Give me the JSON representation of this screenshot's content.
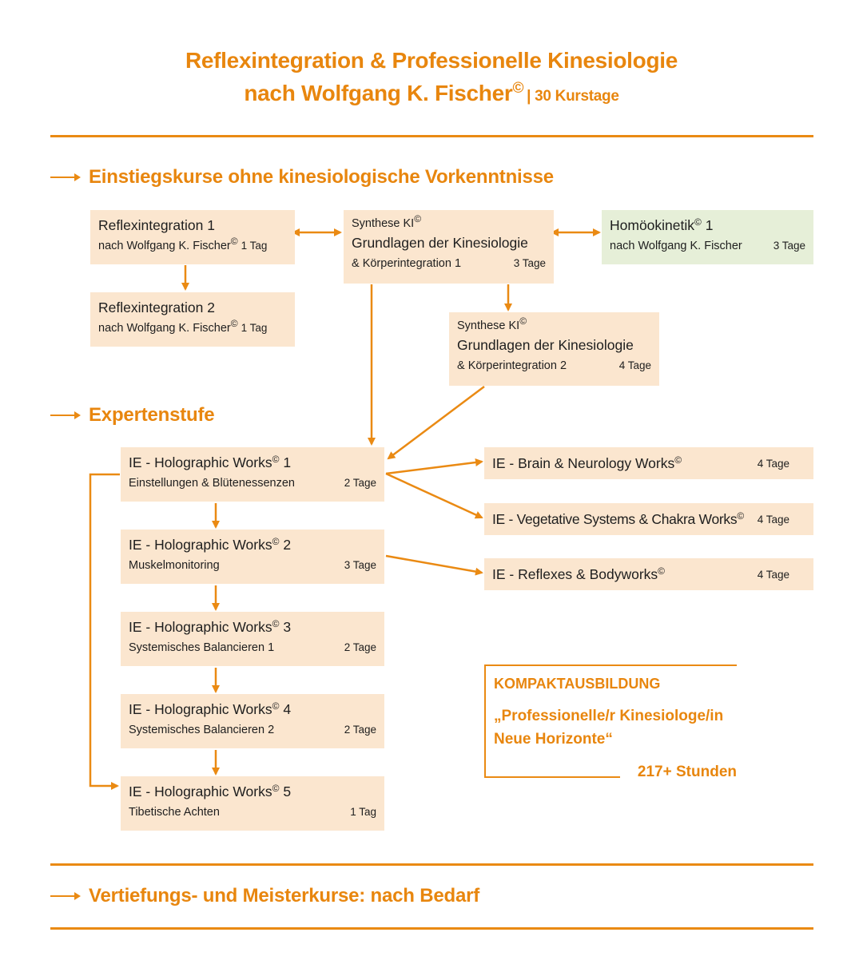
{
  "header": {
    "title_line1": "Reflexintegration & Professionelle Kinesiologie",
    "title_line2": "nach Wolfgang K. Fischer",
    "copyright": "©",
    "course_days": "| 30 Kurstage"
  },
  "colors": {
    "accent": "#e8860e",
    "box_fill": "#fbe6cf",
    "box_fill_green": "#e6efd8",
    "text": "#1e1e1e"
  },
  "sections": {
    "intro": "Einstiegskurse ohne kinesiologische Vorkenntnisse",
    "expert": "Expertenstufe",
    "advanced": "Vertiefungs- und Meisterkurse: nach Bedarf"
  },
  "intro_courses": {
    "reflex1": {
      "title": "Reflexintegration 1",
      "subtitle": "nach Wolfgang K. Fischer",
      "sup": "©",
      "days": "1 Tag"
    },
    "reflex2": {
      "title": "Reflexintegration 2",
      "subtitle": "nach Wolfgang K. Fischer",
      "sup": "©",
      "days": "1 Tag"
    },
    "synthese1": {
      "pre": "Synthese KI",
      "sup": "©",
      "title": "Grundlagen der Kinesiologie",
      "subtitle": "& Körperintegration 1",
      "days": "3 Tage"
    },
    "synthese2": {
      "pre": "Synthese KI",
      "sup": "©",
      "title": "Grundlagen der Kinesiologie",
      "subtitle": "& Körperintegration 2",
      "days": "4 Tage"
    },
    "homoeo": {
      "title": "Homöokinetik",
      "sup": "©",
      "num": "1",
      "subtitle": "nach Wolfgang K. Fischer",
      "days": "3 Tage"
    }
  },
  "expert_courses": {
    "holo": [
      {
        "title": "IE - Holographic Works",
        "sup": "©",
        "num": "1",
        "subtitle": "Einstellungen & Blütenessenzen",
        "days": "2 Tage"
      },
      {
        "title": "IE - Holographic Works",
        "sup": "©",
        "num": "2",
        "subtitle": "Muskelmonitoring",
        "days": "3 Tage"
      },
      {
        "title": "IE - Holographic Works",
        "sup": "©",
        "num": "3",
        "subtitle": "Systemisches Balancieren 1",
        "days": "2 Tage"
      },
      {
        "title": "IE - Holographic Works",
        "sup": "©",
        "num": "4",
        "subtitle": "Systemisches Balancieren 2",
        "days": "2 Tage"
      },
      {
        "title": "IE - Holographic Works",
        "sup": "©",
        "num": "5",
        "subtitle": "Tibetische Achten",
        "days": "1 Tag"
      }
    ],
    "side": [
      {
        "title": "IE - Brain & Neurology Works",
        "sup": "©",
        "days": "4 Tage"
      },
      {
        "title": "IE - Vegetative Systems & Chakra Works",
        "sup": "©",
        "days": "4 Tage"
      },
      {
        "title": "IE - Reflexes & Bodyworks",
        "sup": "©",
        "days": "4 Tage"
      }
    ]
  },
  "kompakt": {
    "label": "KOMPAKTAUSBILDUNG",
    "name_line1": "„Professionelle/r Kinesiologe/in",
    "name_line2": "Neue Horizonte“",
    "hours": "217+ Stunden"
  }
}
